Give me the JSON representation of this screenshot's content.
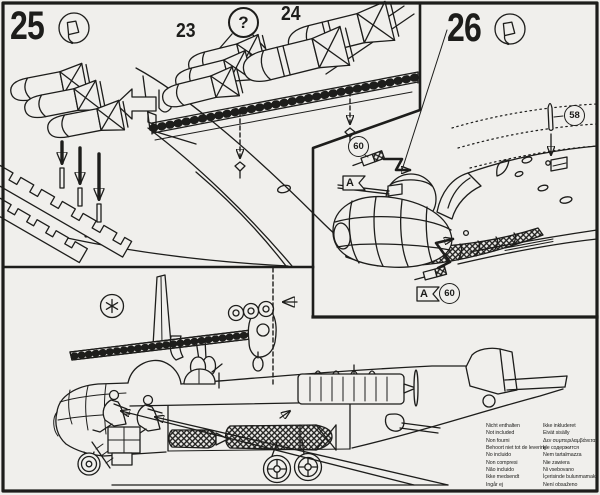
{
  "step25": {
    "number": "25",
    "part23": "23",
    "part24": "24",
    "question_mark": "?"
  },
  "step26": {
    "number": "26",
    "callout58": "58",
    "callout60": "60",
    "paint_flag": "A"
  },
  "bottom": {
    "col1": [
      "Nicht enthalten",
      "Not included",
      "Non fourni",
      "Behoort niet tot de levering",
      "No incluido",
      "Non compresi",
      "Não incluido",
      "Ikke medsendt",
      "Ingår ej"
    ],
    "col2": [
      "Ikke inkluderet",
      "Eivät sisälly",
      "Δεν συμπεριλαμβάνεται",
      "Не содержится",
      "Nem tartalmazza",
      "Nie zawiera",
      "Ni vsebovano",
      "İçerisinde bulunmamaktadır",
      "Není obsaženo"
    ]
  },
  "icons": {
    "glue": "glue-tube-icon",
    "asterisk": "asterisk-note-icon",
    "question": "option-question-icon"
  },
  "colors": {
    "paper": "#f0efec",
    "ink": "#1d1d1b"
  }
}
